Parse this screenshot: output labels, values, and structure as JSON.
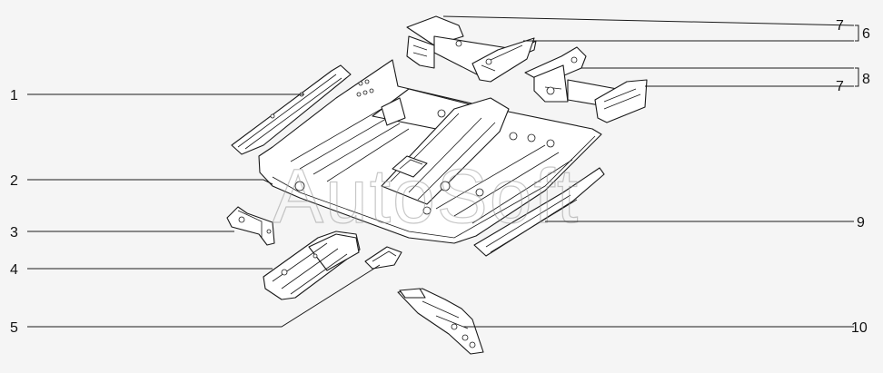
{
  "watermark": "AutoSoft",
  "callouts": {
    "c1": "1",
    "c2": "2",
    "c3": "3",
    "c4": "4",
    "c5": "5",
    "c6": "6",
    "c7a": "7",
    "c7b": "7",
    "c8": "8",
    "c9": "9",
    "c10": "10"
  }
}
